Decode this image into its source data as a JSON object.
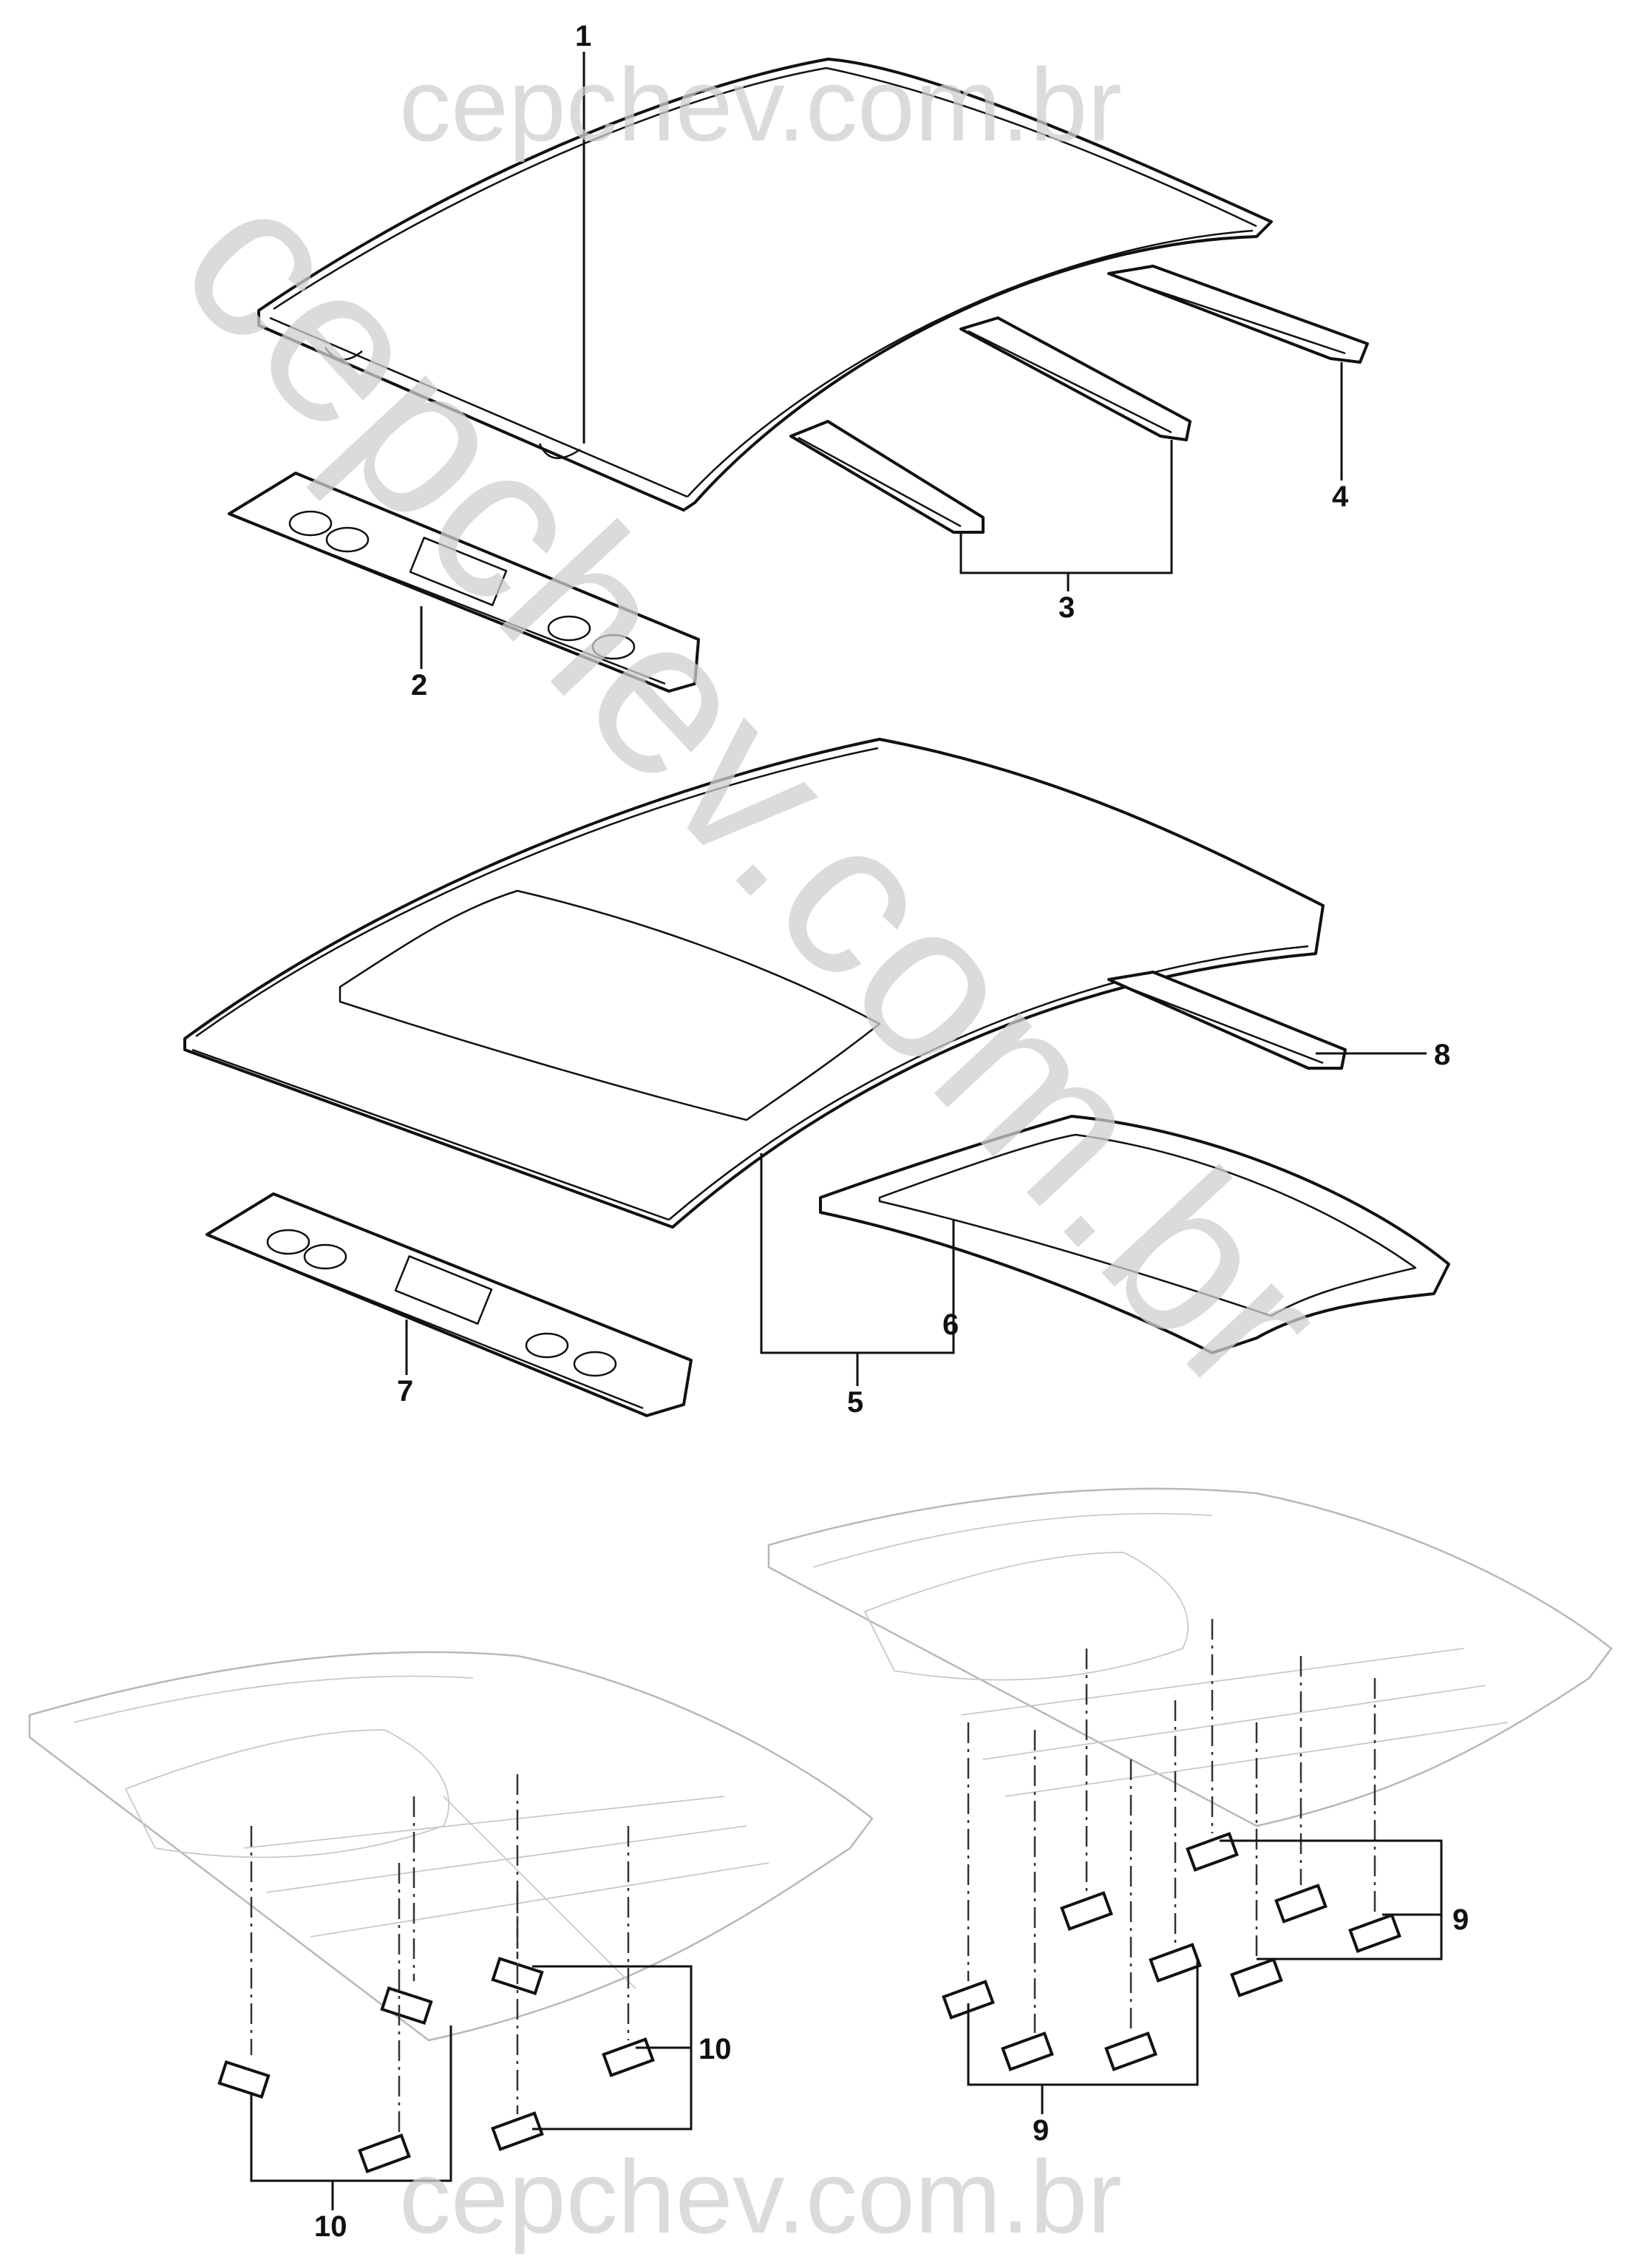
{
  "watermark": {
    "top_text": "cepchev.com.br",
    "diagonal_text": "cepchev.com.br",
    "bottom_text": "cepchev.com.br"
  },
  "callouts": {
    "c1": "1",
    "c2": "2",
    "c3": "3",
    "c4": "4",
    "c5": "5",
    "c6": "6",
    "c7": "7",
    "c8": "8",
    "c9a": "9",
    "c9b": "9",
    "c10a": "10",
    "c10b": "10"
  }
}
